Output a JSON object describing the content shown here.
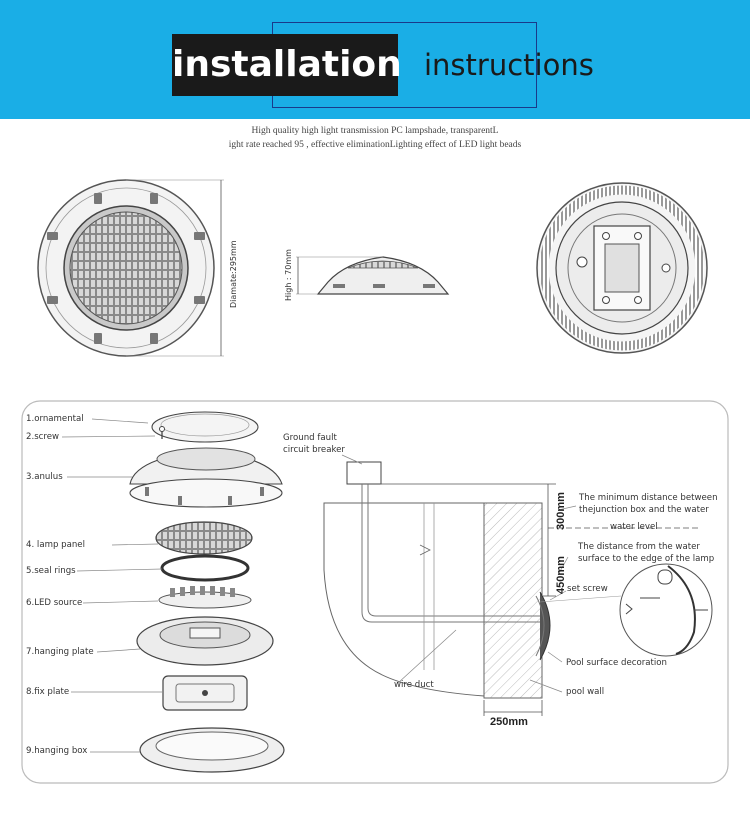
{
  "banner": {
    "title_bold": "installation",
    "title_light": "instructions",
    "color": "#1aaee6"
  },
  "caption": {
    "line1": "High quality high light transmission PC lampshade, transparentL",
    "line2": "ight rate reached 95 , effective eliminationLighting effect of LED light beads"
  },
  "dimensions": {
    "diameter": "Diamate:295mm",
    "height": "High : 70mm"
  },
  "parts": [
    {
      "label": "1.ornamental"
    },
    {
      "label": "2.screw"
    },
    {
      "label": "3.anulus"
    },
    {
      "label": "4. lamp panel"
    },
    {
      "label": "5.seal rings"
    },
    {
      "label": "6.LED source"
    },
    {
      "label": "7.hanging plate"
    },
    {
      "label": "8.fix plate"
    },
    {
      "label": "9.hanging box"
    }
  ],
  "installation": {
    "ground_fault_line1": "Ground fault",
    "ground_fault_line2": "circuit breaker",
    "min_distance_line1": "The minimum distance between",
    "min_distance_line2": "thejunction box and the water",
    "water_level": "water level",
    "surface_distance_line1": "The distance from the water",
    "surface_distance_line2": "surface to the edge of the lamp",
    "set_screw": "set screw",
    "pool_surface_decoration": "Pool surface decoration",
    "wire_duct": "wire duct",
    "pool_wall": "pool wall",
    "dim_300": "300mm",
    "dim_450": "450mm",
    "dim_250": "250mm"
  }
}
